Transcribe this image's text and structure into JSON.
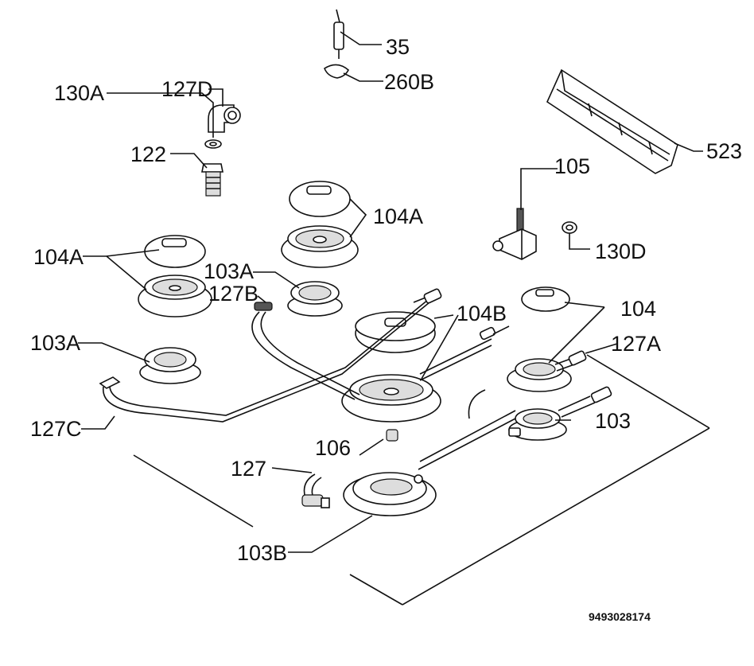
{
  "labels": {
    "l35": "35",
    "l260b": "260B",
    "l130a": "130A",
    "l127d": "127D",
    "l122": "122",
    "l523": "523",
    "l105": "105",
    "l130d": "130D",
    "l104a_left": "104A",
    "l104a_top": "104A",
    "l103a_mid": "103A",
    "l127b": "127B",
    "l104b": "104B",
    "l104": "104",
    "l127a": "127A",
    "l103a_left": "103A",
    "l127c": "127C",
    "l103": "103",
    "l106": "106",
    "l127": "127",
    "l103b": "103B"
  },
  "document_number": "9493028174"
}
